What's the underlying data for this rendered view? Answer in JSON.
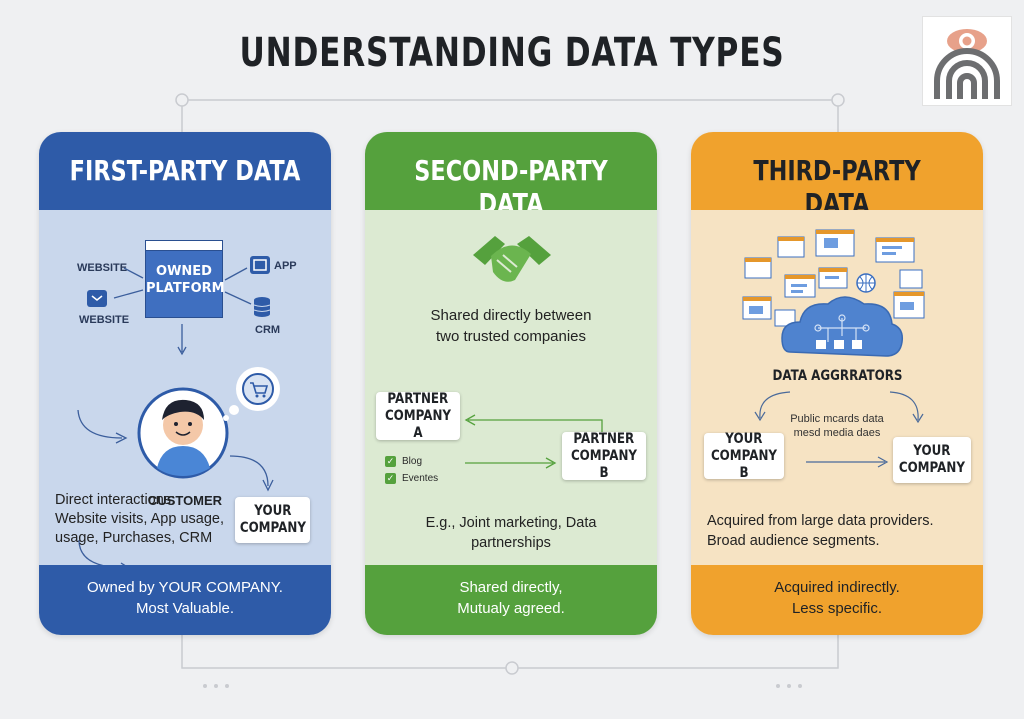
{
  "title": "UNDERSTANDING DATA TYPES",
  "colors": {
    "first": "#2e5ba8",
    "second": "#55a13d",
    "third": "#f0a22d",
    "firstBody": "#c9d7ec",
    "secondBody": "#dcead2",
    "thirdBody": "#f6e3c3"
  },
  "first_party": {
    "heading": "FIRST-PARTY DATA",
    "platform": [
      "OWNED",
      "PLATFORM"
    ],
    "sources": {
      "website_top": "WEBSITE",
      "website_bottom": "WEBSITE",
      "app": "APP",
      "crm": "CRM"
    },
    "customer": "CUSTOMER",
    "company": [
      "YOUR",
      "COMPANY"
    ],
    "description": [
      "Direct interactions:",
      "Website visits, App usage,",
      "usage, Purchases, CRM"
    ],
    "footer": [
      "Owned by YOUR COMPANY.",
      "Most Valuable."
    ]
  },
  "second_party": {
    "heading": "SECOND-PARTY DATA",
    "shared_text": [
      "Shared directly between",
      "two trusted companies"
    ],
    "partner_a": [
      "PARTNER",
      "COMPANY A"
    ],
    "partner_b": [
      "PARTNER",
      "COMPANY B"
    ],
    "checklist": [
      "Blog",
      "Eventes"
    ],
    "example": [
      "E.g., Joint marketing, Data",
      "partnerships"
    ],
    "footer": [
      "Shared directly,",
      "Mutualy agreed."
    ]
  },
  "third_party": {
    "heading": "THIRD-PARTY DATA",
    "aggregators": "DATA AGGRRATORS",
    "sources_text": [
      "Public mcards data",
      "mesd media daes"
    ],
    "company_b": [
      "YOUR",
      "COMPANY B"
    ],
    "company": [
      "YOUR",
      "COMPANY"
    ],
    "description": [
      "Acquired from large data providers.",
      "Broad audience segments."
    ],
    "footer": [
      "Acquired indirectly.",
      "Less specific."
    ]
  }
}
